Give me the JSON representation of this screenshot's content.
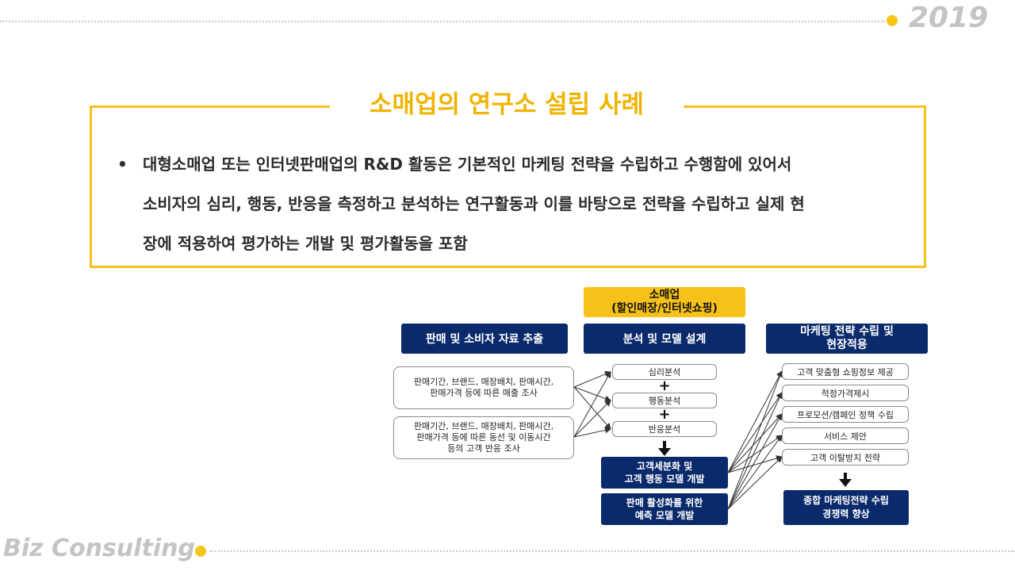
{
  "header": {
    "year": "2019"
  },
  "footer": {
    "brand": "Biz Consulting"
  },
  "section": {
    "title": "소매업의 연구소 설립 사례",
    "bullet": "•",
    "text_line1": "대형소매업 또는 인터넷판매업의 R&D 활동은 기본적인 마케팅 전략을 수립하고 수행함에 있어서",
    "text_line2": "소비자의 심리, 행동, 반응을 측정하고 분석하는 연구활동과 이를 바탕으로 전략을 수립하고 실제 현",
    "text_line3": "장에 적용하여 평가하는 개발 및 평가활동을 포함"
  },
  "diagram": {
    "top_box_line1": "소매업",
    "top_box_line2": "(할인매장/인터넷쇼핑)",
    "col1_header": "판매 및 소비자 자료 추출",
    "col2_header": "분석 및 모델 설계",
    "col3_header_line1": "마케팅 전략 수립 및",
    "col3_header_line2": "현장적용",
    "sources": [
      {
        "line1": "판매기간, 브랜드, 매장배치, 판매시간,",
        "line2": "판매가격 등에 따른 매출 조사",
        "line3": ""
      },
      {
        "line1": "판매기간, 브랜드, 매장배치, 판매시간,",
        "line2": "판매가격 등에 따른 동선 및 이동시간",
        "line3": "등의 고객 반응 조사"
      }
    ],
    "analyses": [
      "심리분석",
      "행동분석",
      "반응분석"
    ],
    "plus": "+",
    "models": [
      {
        "line1": "고객세분화 및",
        "line2": "고객 행동 모델 개발"
      },
      {
        "line1": "판매 활성화를 위한",
        "line2": "예측 모델 개발"
      }
    ],
    "strategies": [
      "고객 맞춤형 쇼핑정보 제공",
      "적정가격제시",
      "프로모션/캠페인 정책 수립",
      "서비스 제안",
      "고객 이탈방지 전략"
    ],
    "final_line1": "종합 마케팅전략 수립",
    "final_line2": "경쟁력 향상",
    "colors": {
      "accent": "#f2c31c",
      "navy": "#0b2a6b",
      "gold": "#f6c21a"
    }
  }
}
